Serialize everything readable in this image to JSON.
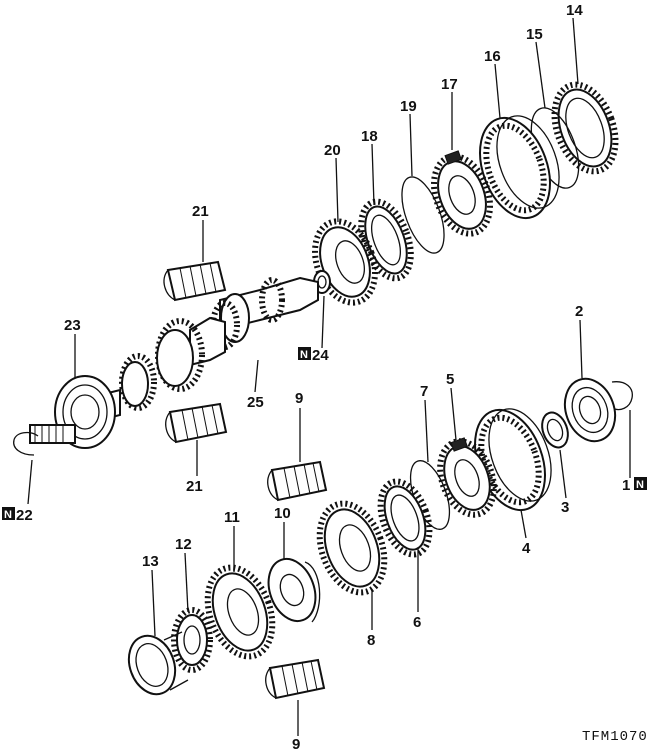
{
  "drawing_code": "TFM1070",
  "badge_letter": "N",
  "callouts": {
    "p1": "1",
    "p2": "2",
    "p3": "3",
    "p4": "4",
    "p5": "5",
    "p6": "6",
    "p7": "7",
    "p8": "8",
    "p9a": "9",
    "p9b": "9",
    "p10": "10",
    "p11": "11",
    "p12": "12",
    "p13": "13",
    "p14": "14",
    "p15": "15",
    "p16": "16",
    "p17": "17",
    "p18": "18",
    "p19": "19",
    "p20": "20",
    "p21a": "21",
    "p21b": "21",
    "p22": "22",
    "p23": "23",
    "p24": "24",
    "p25": "25"
  }
}
